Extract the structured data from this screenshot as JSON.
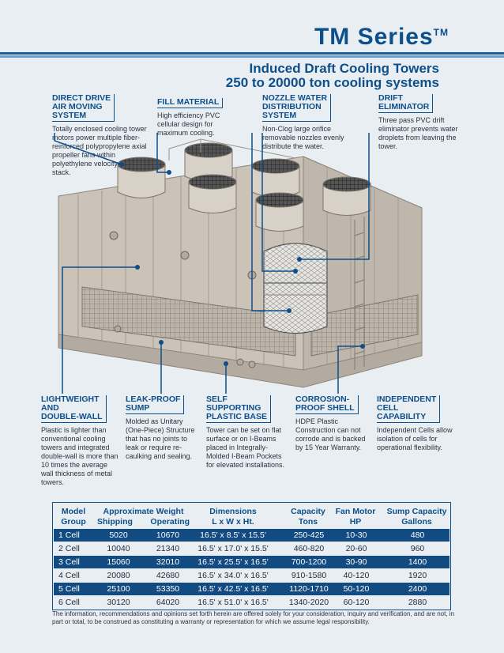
{
  "header": {
    "title_main": "TM Series",
    "title_tm": "TM",
    "subtitle_1": "Induced Draft Cooling Towers",
    "subtitle_2": "250 to 20000 ton cooling systems"
  },
  "callouts_top": [
    {
      "label_1": "DIRECT DRIVE",
      "label_2": "AIR MOVING",
      "label_3": "SYSTEM",
      "desc": "Totally enclosed cooling tower motors power multiple fiber-reinforced polypropylene axial propeller fans within polyethylene velocity recovery stack."
    },
    {
      "label_1": "FILL MATERIAL",
      "desc": "High efficiency PVC cellular design for maximum cooling."
    },
    {
      "label_1": "NOZZLE WATER",
      "label_2": "DISTRIBUTION",
      "label_3": "SYSTEM",
      "desc": "Non-Clog large orifice removable nozzles evenly distribute the water."
    },
    {
      "label_1": "DRIFT",
      "label_2": "ELIMINATOR",
      "desc": "Three pass PVC drift eliminator prevents water droplets from leaving the tower."
    }
  ],
  "callouts_bottom": [
    {
      "label_1": "LIGHTWEIGHT",
      "label_2": "AND",
      "label_3": "DOUBLE-WALL",
      "desc": "Plastic is lighter than conventional cooling towers and integrated double-wall is more than 10 times the average wall thickness of metal towers."
    },
    {
      "label_1": "LEAK-PROOF",
      "label_2": "SUMP",
      "desc": "Molded as Unitary (One-Piece) Structure that has no joints to leak or require re-caulking and sealing."
    },
    {
      "label_1": "SELF",
      "label_2": "SUPPORTING",
      "label_3": "PLASTIC BASE",
      "desc": "Tower can be set on flat surface or on I-Beams placed in Integrally-Molded I-Beam Pockets for elevated installations."
    },
    {
      "label_1": "CORROSION-",
      "label_2": "PROOF SHELL",
      "desc": "HDPE Plastic Construction can not corrode and is backed by 15 Year Warranty."
    },
    {
      "label_1": "INDEPENDENT",
      "label_2": "CELL",
      "label_3": "CAPABILITY",
      "desc": "Independent Cells allow isolation of cells for operational flexibility."
    }
  ],
  "table": {
    "h_model_1": "Model",
    "h_model_2": "Group",
    "h_weight": "Approximate Weight",
    "h_ship": "Shipping",
    "h_oper": "Operating",
    "h_dim_1": "Dimensions",
    "h_dim_2": "L x W x Ht.",
    "h_cap_1": "Capacity",
    "h_cap_2": "Tons",
    "h_fan_1": "Fan Motor",
    "h_fan_2": "HP",
    "h_sump_1": "Sump Capacity",
    "h_sump_2": "Gallons",
    "rows": [
      {
        "model": "1 Cell",
        "ship": "5020",
        "oper": "10670",
        "dim": "16.5' x 8.5' x 15.5'",
        "cap": "250-425",
        "fan": "10-30",
        "sump": "480"
      },
      {
        "model": "2 Cell",
        "ship": "10040",
        "oper": "21340",
        "dim": "16.5' x 17.0' x 15.5'",
        "cap": "460-820",
        "fan": "20-60",
        "sump": "960"
      },
      {
        "model": "3 Cell",
        "ship": "15060",
        "oper": "32010",
        "dim": "16.5' x 25.5' x 16.5'",
        "cap": "700-1200",
        "fan": "30-90",
        "sump": "1400"
      },
      {
        "model": "4 Cell",
        "ship": "20080",
        "oper": "42680",
        "dim": "16.5' x 34.0' x 16.5'",
        "cap": "910-1580",
        "fan": "40-120",
        "sump": "1920"
      },
      {
        "model": "5 Cell",
        "ship": "25100",
        "oper": "53350",
        "dim": "16.5' x 42.5' x 16.5'",
        "cap": "1120-1710",
        "fan": "50-120",
        "sump": "2400"
      },
      {
        "model": "6 Cell",
        "ship": "30120",
        "oper": "64020",
        "dim": "16.5' x 51.0' x 16.5'",
        "cap": "1340-2020",
        "fan": "60-120",
        "sump": "2880"
      }
    ]
  },
  "footer": "The information, recommendations and opinions set forth herein are offered solely for your consideration, inquiry and verification, and are not, in part or total, to be construed as constituting a warranty or representation for which we assume legal responsibility.",
  "colors": {
    "brand_blue": "#0d4f8a",
    "row_dark": "#124a82",
    "tower_body": "#c9c1b6"
  }
}
